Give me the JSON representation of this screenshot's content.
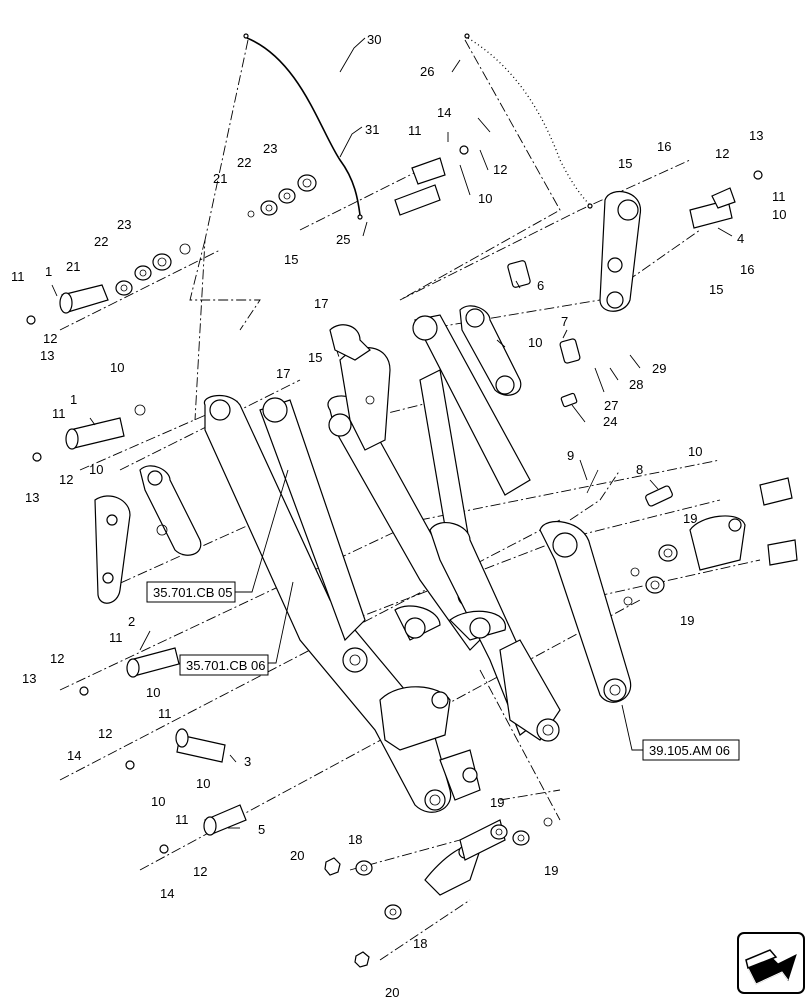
{
  "diagram": {
    "part_labels": [
      "1",
      "1",
      "2",
      "3",
      "4",
      "5",
      "6",
      "7",
      "8",
      "9",
      "10",
      "10",
      "10",
      "10",
      "10",
      "10",
      "10",
      "10",
      "10",
      "11",
      "11",
      "11",
      "11",
      "11",
      "11",
      "11",
      "12",
      "12",
      "12",
      "12",
      "12",
      "12",
      "12",
      "13",
      "13",
      "13",
      "13",
      "14",
      "14",
      "14",
      "15",
      "15",
      "15",
      "15",
      "16",
      "16",
      "17",
      "17",
      "18",
      "18",
      "19",
      "19",
      "19",
      "19",
      "20",
      "20",
      "21",
      "21",
      "22",
      "22",
      "23",
      "23",
      "24",
      "25",
      "26",
      "27",
      "28",
      "29",
      "30",
      "31"
    ],
    "references": [
      "35.701.CB 05",
      "35.701.CB 06",
      "39.105.AM 06"
    ],
    "nav_icon": "next-page-arrow-icon"
  }
}
